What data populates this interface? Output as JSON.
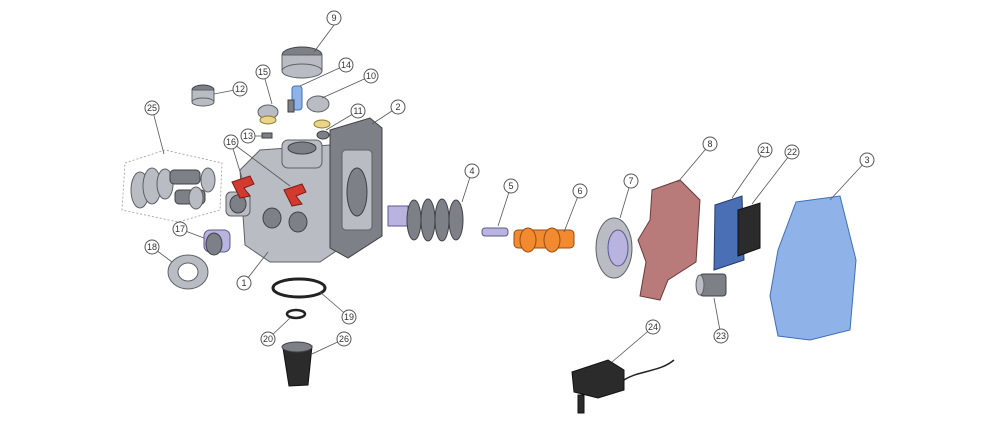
{
  "callouts": {
    "c1": "1",
    "c2": "2",
    "c3": "3",
    "c4": "4",
    "c5": "5",
    "c6": "6",
    "c7": "7",
    "c8": "8",
    "c9": "9",
    "c10": "10",
    "c11": "11",
    "c12": "12",
    "c13": "13",
    "c14": "14",
    "c15": "15",
    "c16": "16",
    "c17": "17",
    "c18": "18",
    "c19": "19",
    "c20": "20",
    "c21": "21",
    "c22": "22",
    "c23": "23",
    "c24": "24",
    "c25": "25",
    "c26": "26"
  },
  "colors": {
    "background": "#ffffff",
    "valve_body": "#b9bcc2",
    "clips": "#d23a2f",
    "cover": "#8fb3e8",
    "piston": "#f28a2f",
    "housing": "#b97a7a",
    "pcb": "#4a6fb5",
    "adapter": "#2b2b2b"
  }
}
